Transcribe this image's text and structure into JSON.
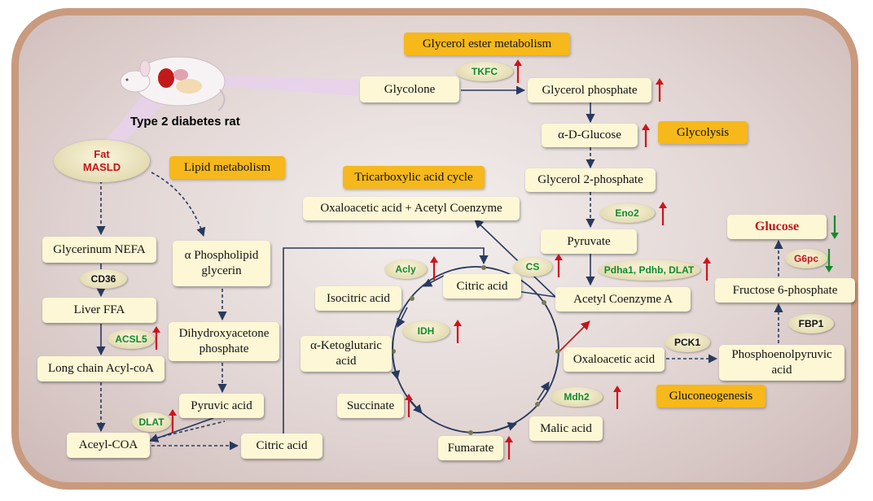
{
  "titles": {
    "glycerol_ester": "Glycerol ester metabolism",
    "glycolysis": "Glycolysis",
    "lipid": "Lipid metabolism",
    "tca": "Tricarboxylic acid cycle",
    "gluconeogenesis": "Gluconeogenesis"
  },
  "animal_label": "Type 2 diabetes rat",
  "fat_ellipse": {
    "line1": "Fat",
    "line2": "MASLD"
  },
  "metabolites": {
    "glycolone": "Glycolone",
    "glycerol_phosphate": "Glycerol phosphate",
    "alpha_d_glucose": "α-D-Glucose",
    "glycerol_2_phosphate": "Glycerol 2-phosphate",
    "pyruvate": "Pyruvate",
    "acetyl_coa": "Acetyl Coenzyme A",
    "oxaloacetic_acetyl": "Oxaloacetic acid + Acetyl Coenzyme",
    "citric_acid_tca": "Citric acid",
    "isocitric_acid": "Isocitric acid",
    "alpha_ketoglutaric_1": "α-Ketoglutaric",
    "alpha_ketoglutaric_2": "acid",
    "succinate": "Succinate",
    "fumarate": "Fumarate",
    "malic_acid": "Malic acid",
    "oxaloacetic_acid": "Oxaloacetic acid",
    "glycerinum_nefa": "Glycerinum NEFA",
    "liver_ffa": "Liver FFA",
    "long_chain_acyl_coa": "Long chain Acyl-coA",
    "acyl_coa": "Aceyl-COA",
    "citric_acid_lipid": "Citric acid",
    "phospholipid_1": "α Phospholipid",
    "phospholipid_2": "glycerin",
    "dhap_1": "Dihydroxyacetone",
    "dhap_2": "phosphate",
    "pyruvic_acid": "Pyruvic acid",
    "glucose": "Glucose",
    "fructose_6_phosphate": "Fructose 6-phosphate",
    "pep_1": "Phosphoenolpyruvic",
    "pep_2": "acid"
  },
  "enzymes": {
    "tkfc": "TKFC",
    "eno2": "Eno2",
    "cs": "CS",
    "pdh": "Pdha1, Pdhb, DLAT",
    "acly": "Acly",
    "idh": "IDH",
    "mdh2": "Mdh2",
    "cd36": "CD36",
    "acsl5": "ACSL5",
    "dlat": "DLAT",
    "pck1": "PCK1",
    "fbp1": "FBP1",
    "g6pc": "G6pc"
  },
  "colors": {
    "up_arrow": "#d0121b",
    "down_arrow": "#128a2c",
    "title_bg": "#f6b81a",
    "box_bg": "#fdf7d5",
    "glucose_text": "#c4141b",
    "arrow_line": "#283a5e"
  }
}
